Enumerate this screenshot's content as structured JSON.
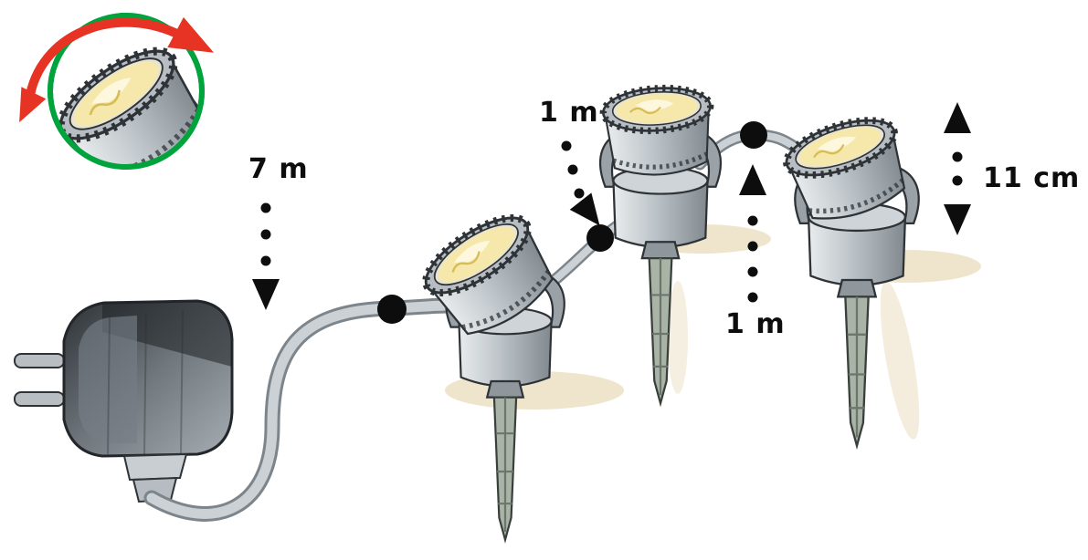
{
  "labels": {
    "cable_plug_to_first_light": "7 m",
    "cable_first_to_second_light": "1 m",
    "cable_second_to_third_light": "1 m",
    "lamp_height": "11 cm"
  },
  "colors": {
    "background": "#ffffff",
    "rotation_circle_green": "#00a33c",
    "rotation_arrow_red": "#e63323",
    "lens_yellow": "#f5e8aa",
    "lens_highlight": "#fdf8dd",
    "metal_light": "#d6dadd",
    "metal_dark": "#4c5358",
    "cable_gray": "#ccd1d5",
    "cable_outline": "#7d858c",
    "connector_black": "#0d0d0d",
    "spike_gray_green": "#a9b3a6",
    "shadow_tan": "#ece0c4",
    "label_black": "#0d0d0d"
  },
  "icons": {
    "rotation": "curved-double-arrow-icon",
    "cable_length_down": "dotted-down-arrow-icon",
    "cable_length_up": "dotted-up-arrow-icon",
    "height_measure": "dotted-vertical-double-arrow-icon",
    "connector": "cable-connector-dot"
  }
}
